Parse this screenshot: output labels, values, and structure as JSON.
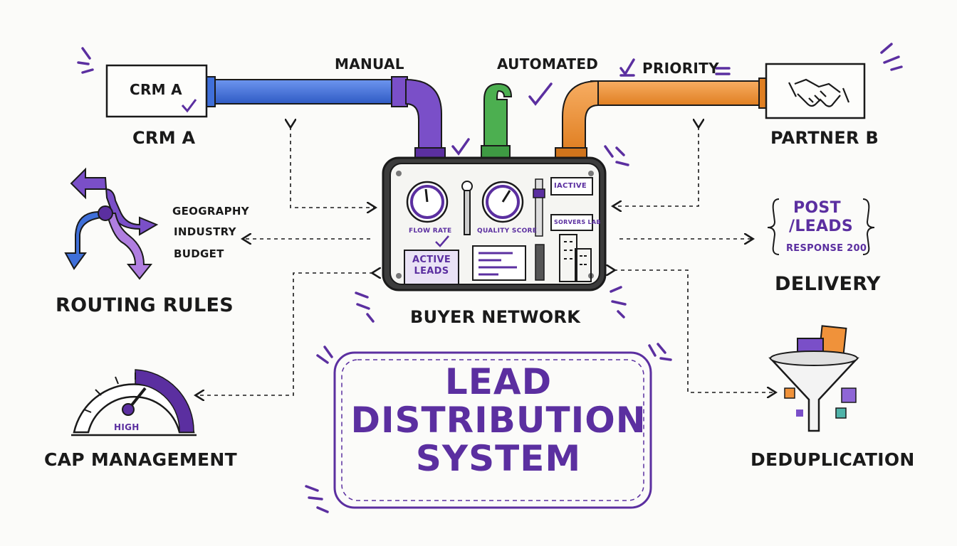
{
  "title": {
    "line1": "LEAD",
    "line2": "DISTRIBUTION",
    "line3": "SYSTEM"
  },
  "sources": {
    "crm_a_box": "CRM A",
    "crm_a_label": "CRM A",
    "partner_b_label": "PARTNER B"
  },
  "pipes": {
    "manual": "MANUAL",
    "automated": "AUTOMATED",
    "priority": "PRIORITY"
  },
  "machine": {
    "flow_rate": "FLOW RATE",
    "quality_score": "QUALITY SCORE",
    "active_leads": "ACTIVE LEADS",
    "active_tag": "IACTIVE",
    "screen_text": "SORVERS LAB",
    "label": "BUYER NETWORK"
  },
  "routing": {
    "criteria": [
      "GEOGRAPHY",
      "INDUSTRY",
      "BUDGET"
    ],
    "label": "ROUTING RULES"
  },
  "delivery": {
    "line1": "POST",
    "line2": "/LEADS",
    "line3": "RESPONSE 200",
    "label": "DELIVERY"
  },
  "cap": {
    "gauge_text": "HIGH",
    "label": "CAP MANAGEMENT"
  },
  "dedup": {
    "label": "DEDUPLICATION"
  },
  "colors": {
    "purple": "#5b2fa0",
    "blue": "#3f6fd9",
    "green": "#4caf50",
    "orange": "#f0923a",
    "ink": "#1a1a1a"
  }
}
